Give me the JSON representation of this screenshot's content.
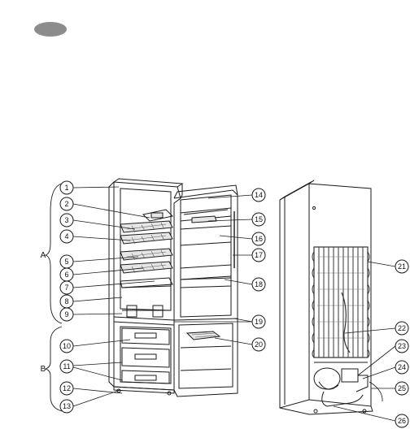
{
  "diagram": {
    "group_labels": {
      "a": "A",
      "b": "B"
    },
    "callouts": [
      "1",
      "2",
      "3",
      "4",
      "5",
      "6",
      "7",
      "8",
      "9",
      "10",
      "11",
      "12",
      "13",
      "14",
      "15",
      "16",
      "17",
      "18",
      "19",
      "20",
      "21",
      "22",
      "23",
      "24",
      "25",
      "26"
    ],
    "colors": {
      "line": "#1a1a1a",
      "badge": "#8c8c8c",
      "shelf_fill": "#e6e6e6",
      "coil": "#333333"
    }
  }
}
